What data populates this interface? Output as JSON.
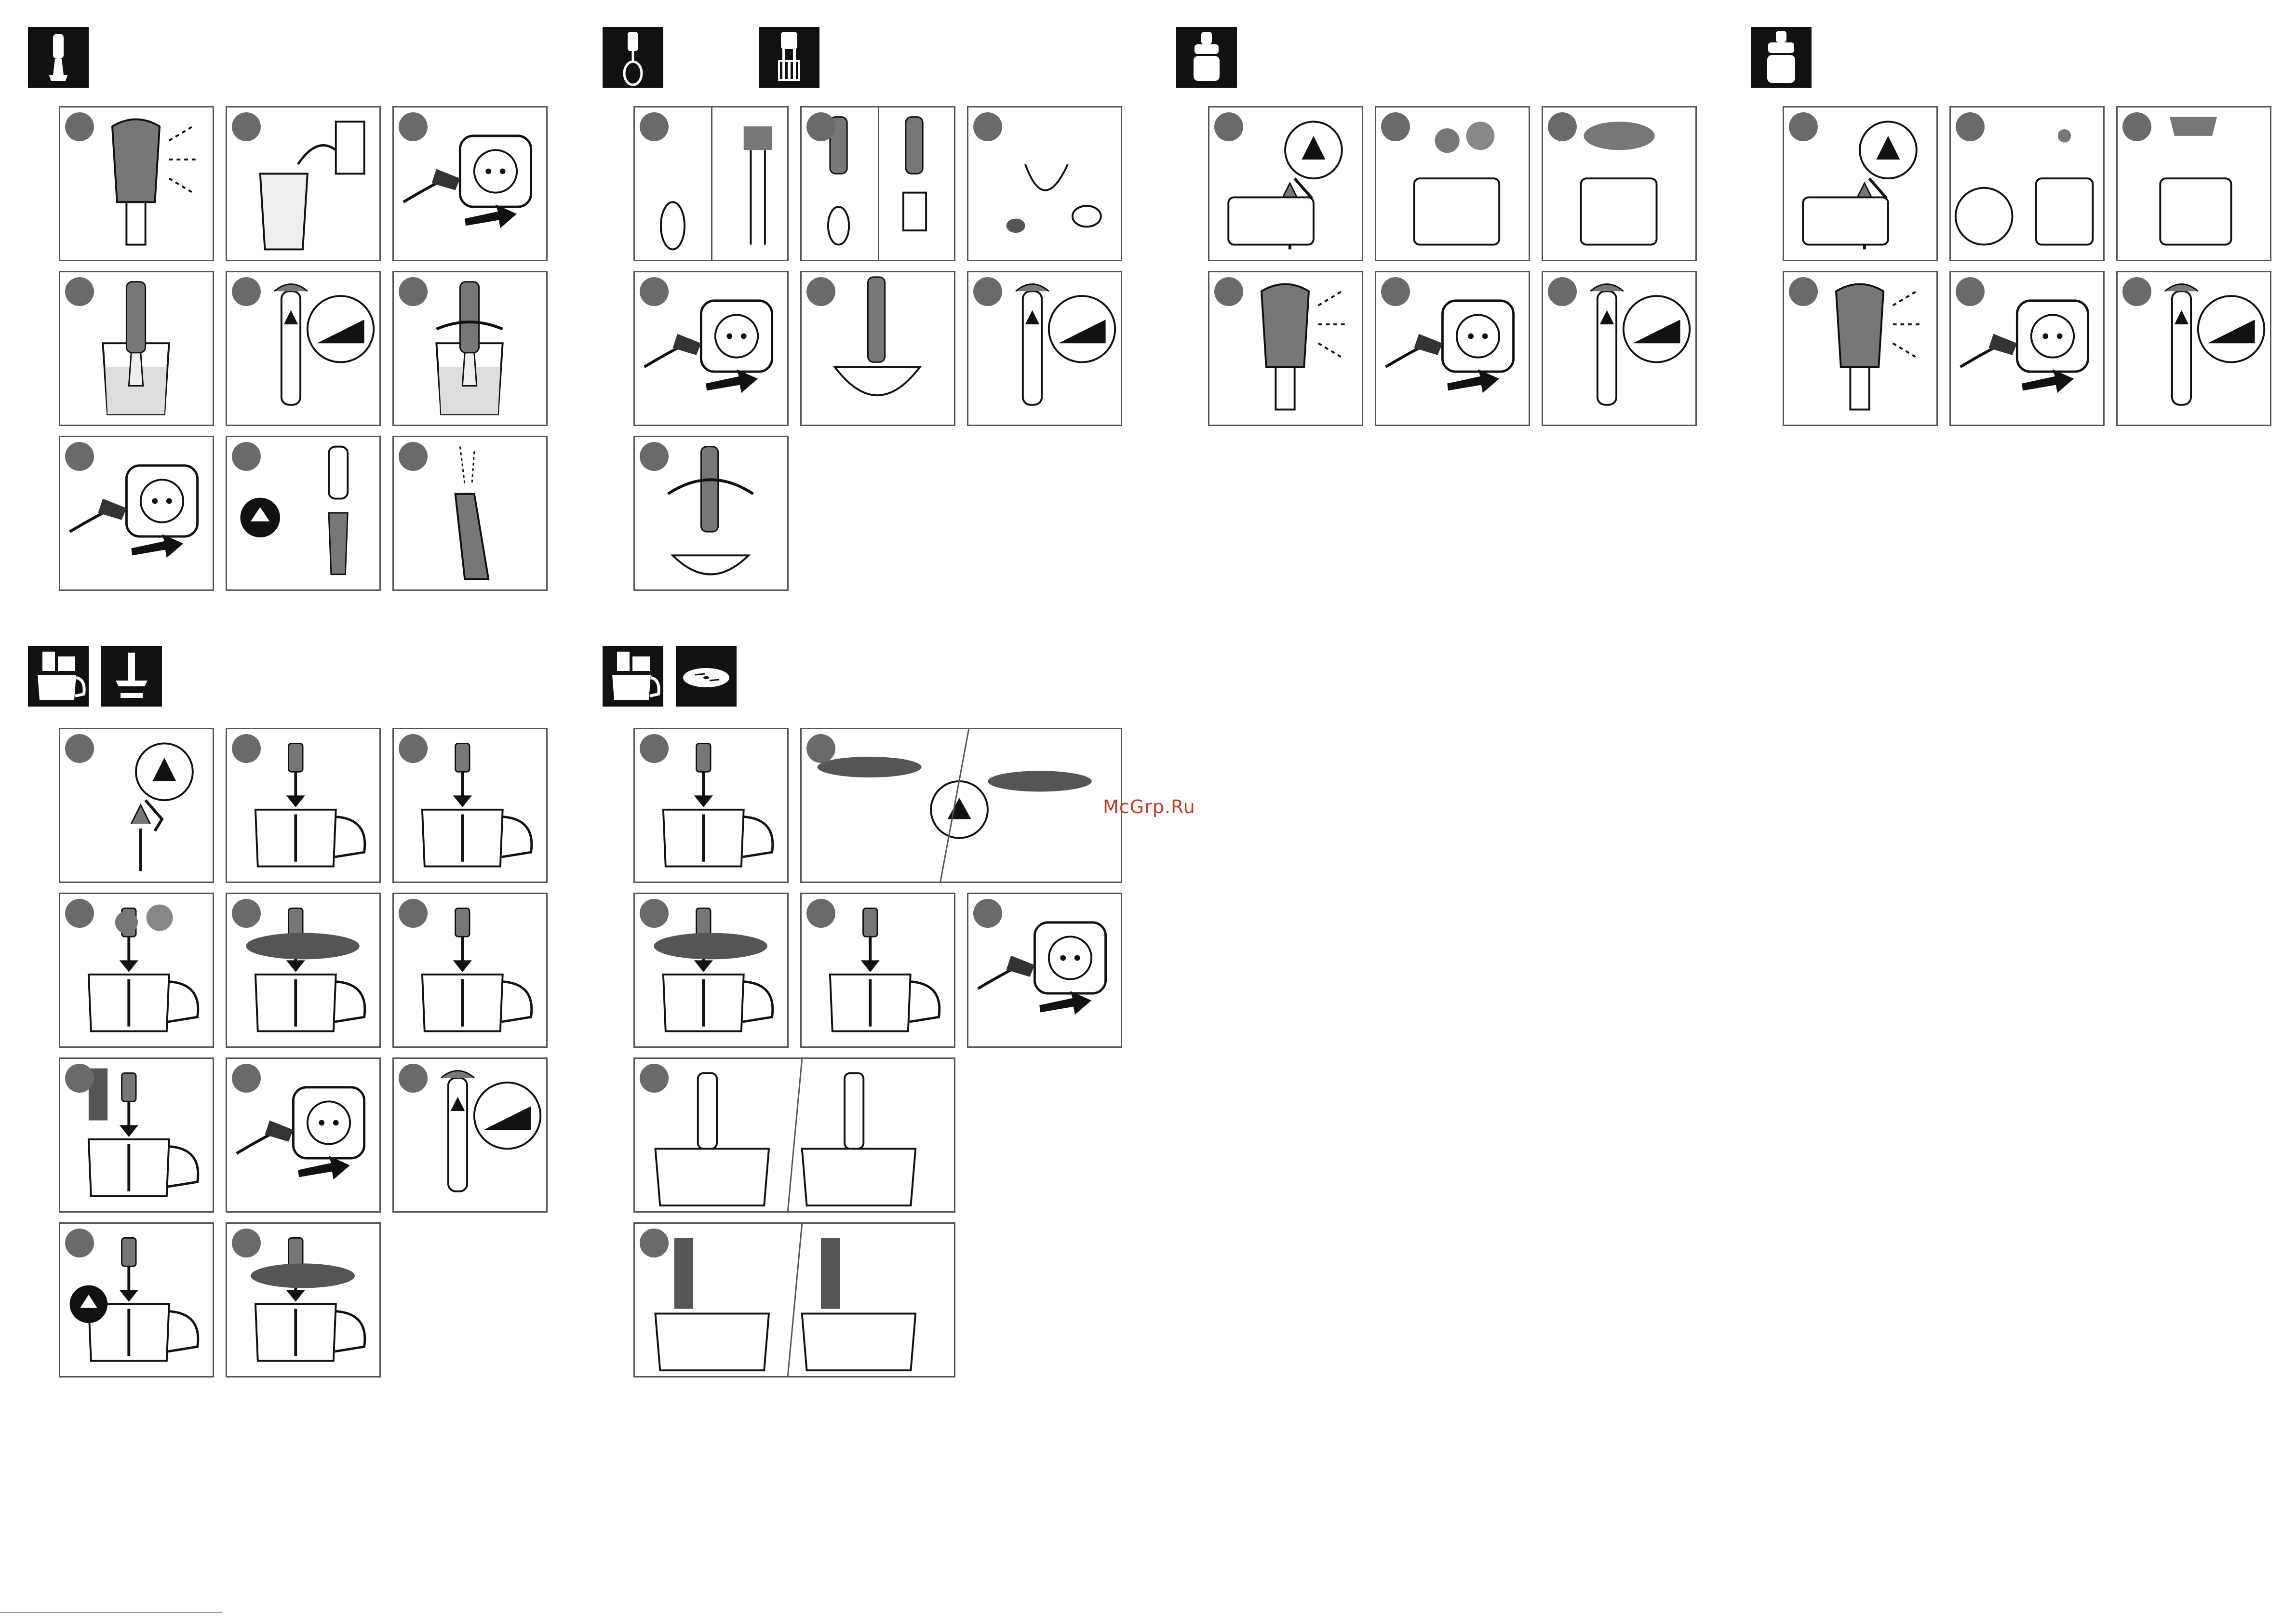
{
  "watermark": {
    "text": "McGrp.Ru"
  },
  "colors": {
    "ink": "#111111",
    "panel_border": "#555555",
    "badge": "#6a6a6a",
    "body_gray": "#777777",
    "watermark": "#c0392b"
  },
  "icons": {
    "section_hand_blender": "blender-shaft-icon",
    "section_whisk": "whisk-icon",
    "section_beater": "beater-icon",
    "section_chopper": "chopper-icon",
    "section_food_processor": "food-processor-icon",
    "section_blade": "blade-icon",
    "section_disc": "slicing-disc-icon",
    "plug": "plug-socket-icon",
    "warning": "warning-icon",
    "eject": "eject-icon",
    "speed": "speed-selector-icon"
  },
  "sections": [
    {
      "id": "hand-blender",
      "panels": 9
    },
    {
      "id": "whisk-beater",
      "panels": 7
    },
    {
      "id": "chopper-small",
      "panels": 6
    },
    {
      "id": "chopper-medium",
      "panels": 6
    },
    {
      "id": "food-processor-blade",
      "panels": 11
    },
    {
      "id": "food-processor-disc",
      "panels": 9
    }
  ]
}
